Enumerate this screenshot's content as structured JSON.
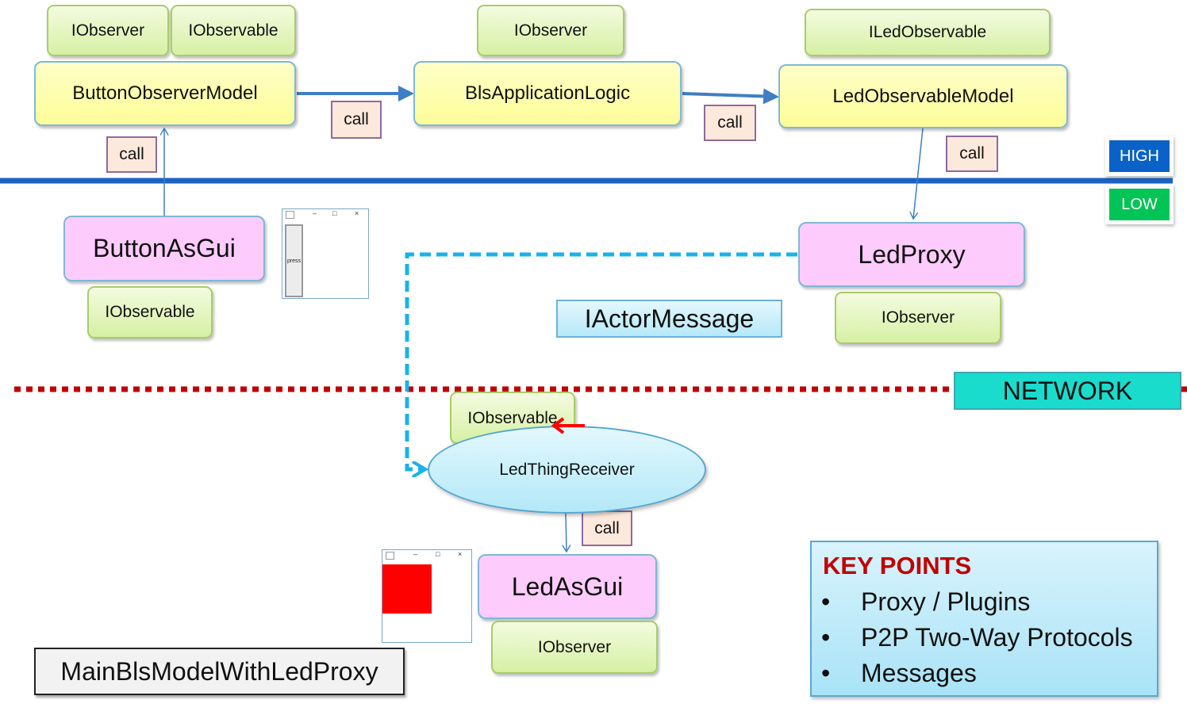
{
  "top_row": {
    "button_observer_model": {
      "label": "ButtonObserverModel",
      "interfaces": [
        "IObserver",
        "IObservable"
      ]
    },
    "bls_application_logic": {
      "label": "BlsApplicationLogic",
      "interfaces": [
        "IObserver"
      ]
    },
    "led_observable_model": {
      "label": "LedObservableModel",
      "interfaces": [
        "ILedObservable"
      ]
    }
  },
  "calls": {
    "label": "call"
  },
  "levels": {
    "high": "HIGH",
    "low": "LOW",
    "network": "NETWORK"
  },
  "button_as_gui": {
    "label": "ButtonAsGui",
    "interface": "IObservable",
    "window_button": "press"
  },
  "led_proxy": {
    "label": "LedProxy",
    "interface": "IObserver"
  },
  "message": {
    "label": "IActorMessage"
  },
  "led_thing_receiver": {
    "label": "LedThingReceiver",
    "interface": "IObservable"
  },
  "led_as_gui": {
    "label": "LedAsGui",
    "interface": "IObserver"
  },
  "main_label": "MainBlsModelWithLedProxy",
  "window_controls": {
    "minimize": "–",
    "maximize": "□",
    "close": "×"
  },
  "key_points": {
    "title": "KEY POINTS",
    "items": [
      "Proxy / Plugins",
      "P2P Two-Way Protocols",
      "Messages"
    ]
  },
  "colors": {
    "high_badge": "#0a62c8",
    "low_badge": "#00c456",
    "network_band": "#19dccd",
    "divider_line": "#1a63c4",
    "network_line": "#c00000",
    "message_path": "#1ab2ea",
    "led_on": "#ff0000",
    "key_points_title": "#c00000"
  }
}
